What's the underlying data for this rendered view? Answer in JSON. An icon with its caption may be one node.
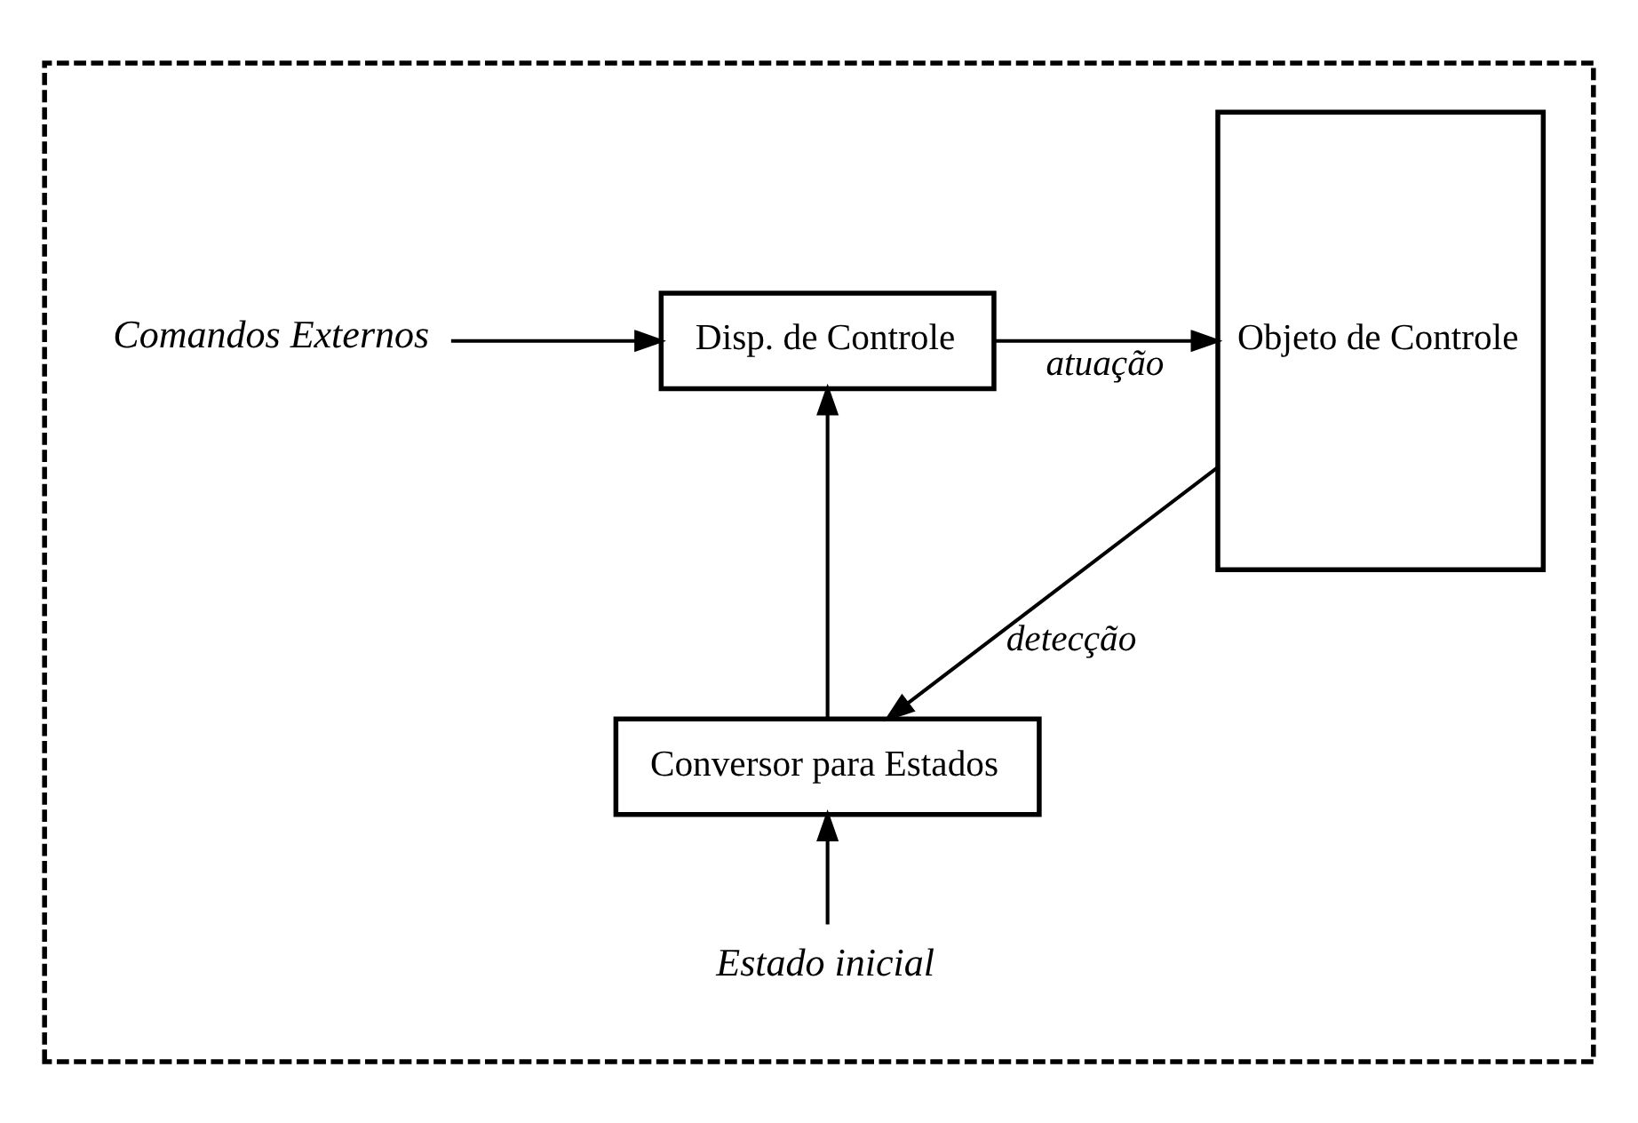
{
  "diagram": {
    "nodes": [
      {
        "text": [],
        "shape": "box"
      },
      {
        "text": [
          "Comandos Externos"
        ],
        "in": 0
      },
      {
        "text": [
          "Disp. de Controle"
        ],
        "in": 0
      },
      {
        "text": [
          "Objeto de Controle"
        ],
        "in": 0
      },
      {
        "text": [
          "Conversor para Estados"
        ],
        "in": 0
      },
      {
        "text": [
          "Estado inicial"
        ],
        "in": 0
      }
    ],
    "edges": [
      {
        "from": 1,
        "to": 2,
        "arrow": "to"
      },
      {
        "from": 2,
        "to": 3,
        "arrow": "to",
        "label": "atuação"
      },
      {
        "from": 4,
        "to": 2,
        "arrow": "to"
      },
      {
        "from": 3,
        "to": 4,
        "arrow": "to",
        "label": "detecção"
      },
      {
        "from": 5,
        "to": 4,
        "arrow": "to"
      }
    ]
  }
}
